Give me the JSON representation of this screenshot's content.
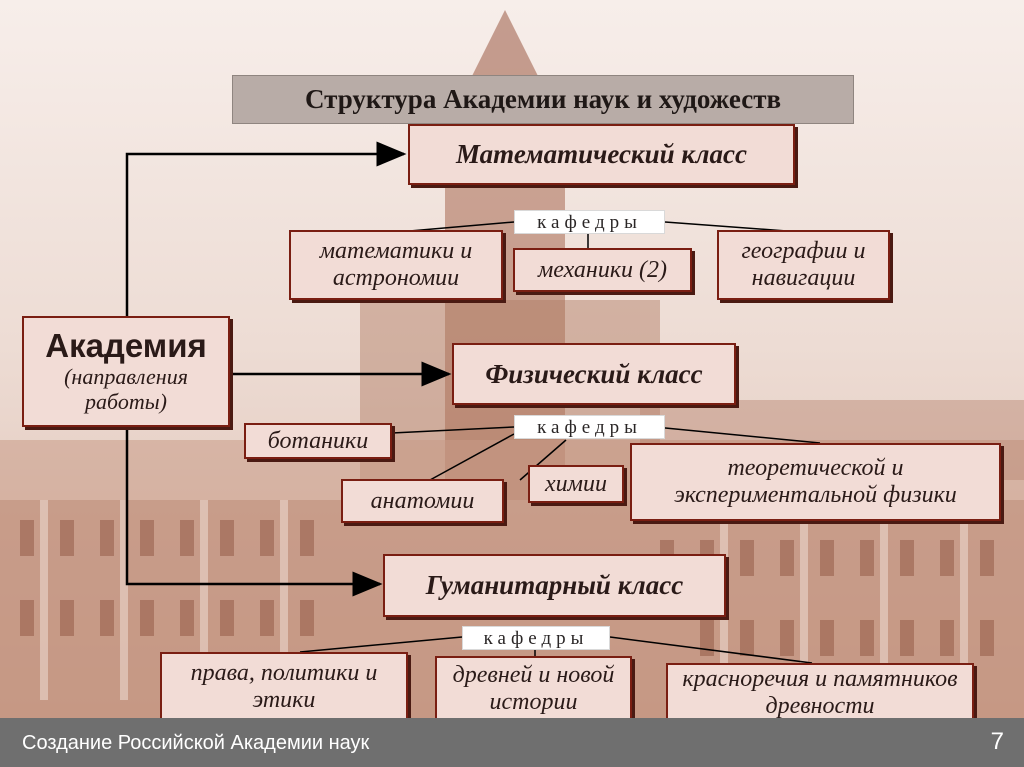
{
  "title": "Структура Академии наук и художеств",
  "academy": {
    "name": "Академия",
    "subtitle": "(направления работы)"
  },
  "kafedry_label": "кафедры",
  "classes": {
    "math": {
      "name": "Математический класс",
      "departments": [
        "математики и астрономии",
        "механики (2)",
        "географии и навигации"
      ]
    },
    "phys": {
      "name": "Физический класс",
      "departments": [
        "ботаники",
        "анатомии",
        "химии",
        "теоретической и экспериментальной физики"
      ]
    },
    "hum": {
      "name": "Гуманитарный класс",
      "departments": [
        "права, политики и этики",
        "древней и новой истории",
        "красноречия и памятников древности"
      ]
    }
  },
  "footer": {
    "text": "Создание Российской Академии наук",
    "page": "7"
  },
  "colors": {
    "box_fill": "#f2dcd6",
    "box_border": "#7a1e12",
    "title_bg": "#b8aca7",
    "footer_bg": "#6f6f6f"
  }
}
